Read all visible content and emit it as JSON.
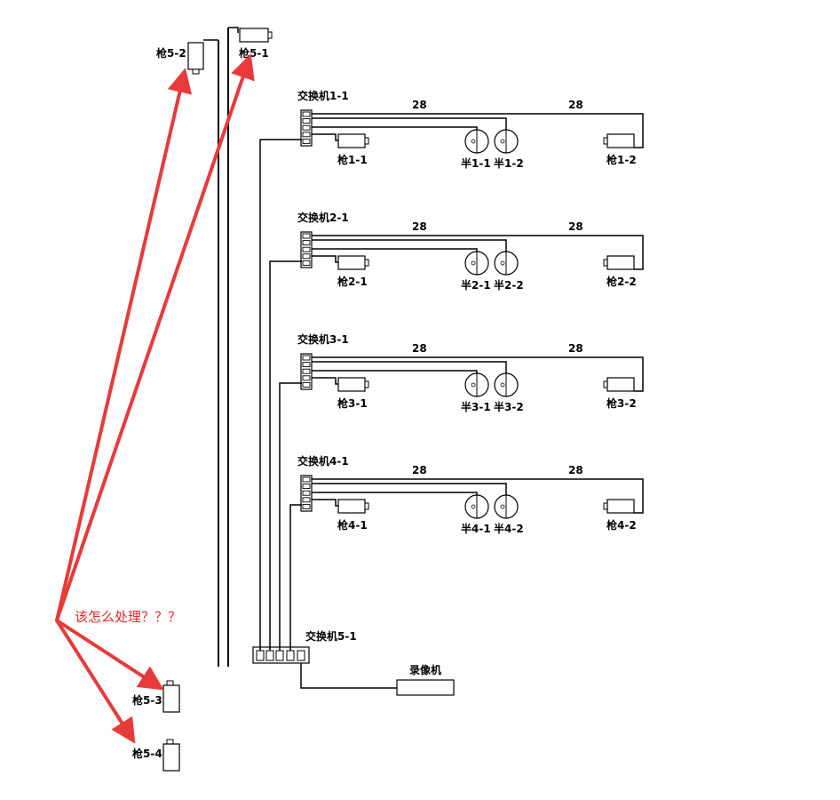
{
  "colors": {
    "line": "#000000",
    "arrow": "#e83a3a",
    "note": "#e02a2a"
  },
  "note": "该怎么处理？？？",
  "switches": [
    {
      "label": "交换机1-1",
      "dist1": "28",
      "dist2": "28",
      "gun_a": "枪1-1",
      "dome_a": "半1-1",
      "dome_b": "半1-2",
      "gun_b": "枪1-2"
    },
    {
      "label": "交换机2-1",
      "dist1": "28",
      "dist2": "28",
      "gun_a": "枪2-1",
      "dome_a": "半2-1",
      "dome_b": "半2-2",
      "gun_b": "枪2-2"
    },
    {
      "label": "交换机3-1",
      "dist1": "28",
      "dist2": "28",
      "gun_a": "枪3-1",
      "dome_a": "半3-1",
      "dome_b": "半3-2",
      "gun_b": "枪3-2"
    },
    {
      "label": "交换机4-1",
      "dist1": "28",
      "dist2": "28",
      "gun_a": "枪4-1",
      "dome_a": "半4-1",
      "dome_b": "半4-2",
      "gun_b": "枪4-2"
    }
  ],
  "core_switch": {
    "label": "交换机5-1"
  },
  "recorder": {
    "label": "录像机"
  },
  "extra_cameras": {
    "gun_5_1": "枪5-1",
    "gun_5_2": "枪5-2",
    "gun_5_3": "枪5-3",
    "gun_5_4": "枪5-4"
  }
}
